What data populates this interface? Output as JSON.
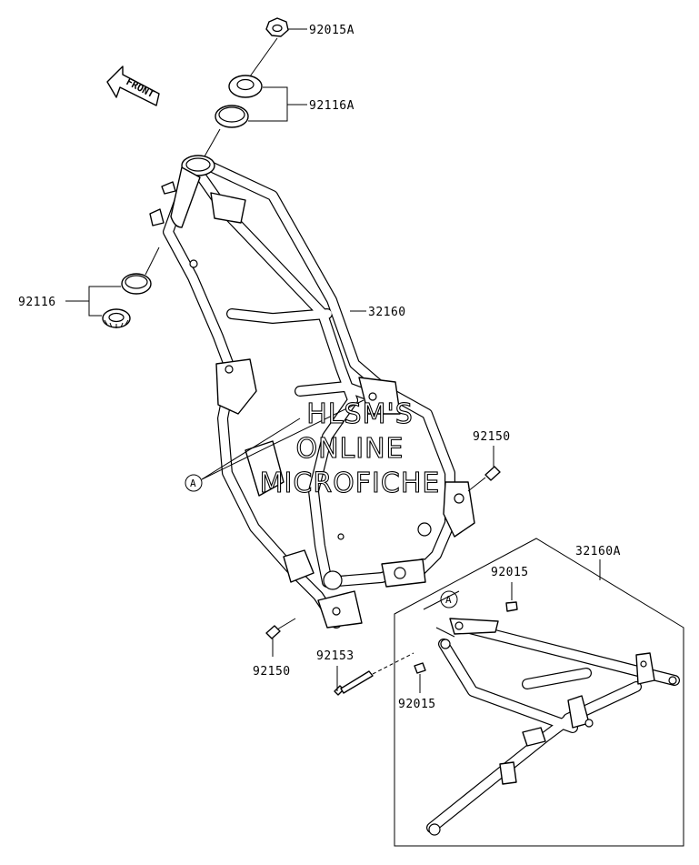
{
  "front_label": "FRONT",
  "callout_letter": "A",
  "parts": {
    "nut_top": "92015A",
    "race_top": "92116A",
    "race_bottom": "92116",
    "main_frame": "32160",
    "bolt_right": "92150",
    "bolt_bottom": "92150",
    "sub_frame": "32160A",
    "bolt_sub_top": "92015",
    "bolt_sub_bottom": "92015",
    "long_bolt": "92153"
  },
  "watermark": {
    "line1": "HLSM'S",
    "line2": "ONLINE",
    "line3": "MICROFICHE"
  }
}
